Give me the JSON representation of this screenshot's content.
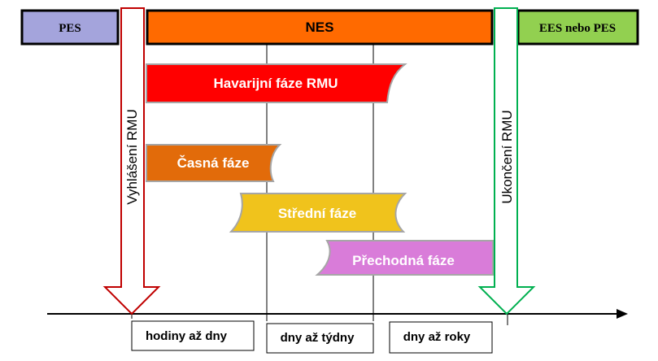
{
  "header": {
    "pes_label": "PES",
    "nes_label": "NES",
    "ees_label": "EES nebo PES"
  },
  "arrows": {
    "start_label": "Vyhlášení RMU",
    "end_label": "Ukončení RMU"
  },
  "phases": {
    "emergency": "Havarijní fáze RMU",
    "early": "Časná fáze",
    "middle": "Střední fáze",
    "transition": "Přechodná fáze"
  },
  "timeline": {
    "periods": [
      "hodiny až dny",
      "dny až týdny",
      "dny až roky"
    ]
  },
  "colors": {
    "pes": "#a4a4dc",
    "nes": "#ff6a00",
    "ees": "#92d050",
    "emergency": "#ff0000",
    "early": "#e26b0a",
    "middle": "#f0c31c",
    "transition": "#d97cd9",
    "start_arrow": "#c00000",
    "end_arrow": "#00b050"
  }
}
